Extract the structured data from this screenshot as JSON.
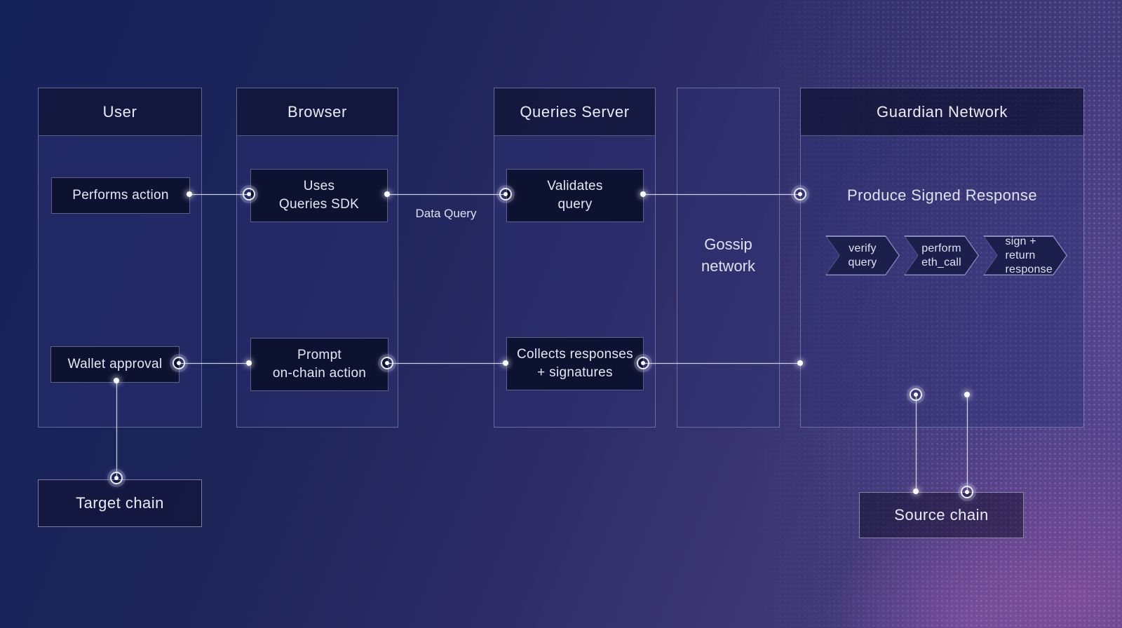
{
  "columns": {
    "user": {
      "title": "User"
    },
    "browser": {
      "title": "Browser"
    },
    "queries_server": {
      "title": "Queries Server"
    },
    "gossip": {
      "line1": "Gossip",
      "line2": "network"
    },
    "guardian": {
      "title": "Guardian Network"
    }
  },
  "nodes": {
    "performs_action": {
      "label": "Performs action"
    },
    "wallet_approval": {
      "label": "Wallet approval"
    },
    "uses_queries_sdk": {
      "line1": "Uses",
      "line2": "Queries SDK"
    },
    "prompt_on_chain": {
      "line1": "Prompt",
      "line2": "on-chain action"
    },
    "validates_query": {
      "line1": "Validates",
      "line2": "query"
    },
    "collects_responses": {
      "line1": "Collects responses",
      "line2": "+ signatures"
    },
    "produce_signed_response": {
      "label": "Produce Signed Response"
    },
    "target_chain": {
      "label": "Target chain"
    },
    "source_chain": {
      "label": "Source chain"
    }
  },
  "chevrons": {
    "verify_query": {
      "line1": "verify",
      "line2": "query"
    },
    "perform_eth_call": {
      "line1": "perform",
      "line2": "eth_call"
    },
    "sign_return_response": {
      "line1": "sign +",
      "line2": "return",
      "line3": "response"
    }
  },
  "edge_labels": {
    "data_query": "Data Query"
  },
  "colors": {
    "background_top_left": "#16225a",
    "background_bottom_right": "#4c4084",
    "magenta_glow": "#a858a8",
    "column_fill": "rgba(44,48,116,0.45)",
    "header_fill": "rgba(8,11,36,0.60)",
    "node_fill": "#0c102c",
    "panel_border": "#bac0e4",
    "connector": "#f3f6ff",
    "text": "#e8ebf6"
  }
}
